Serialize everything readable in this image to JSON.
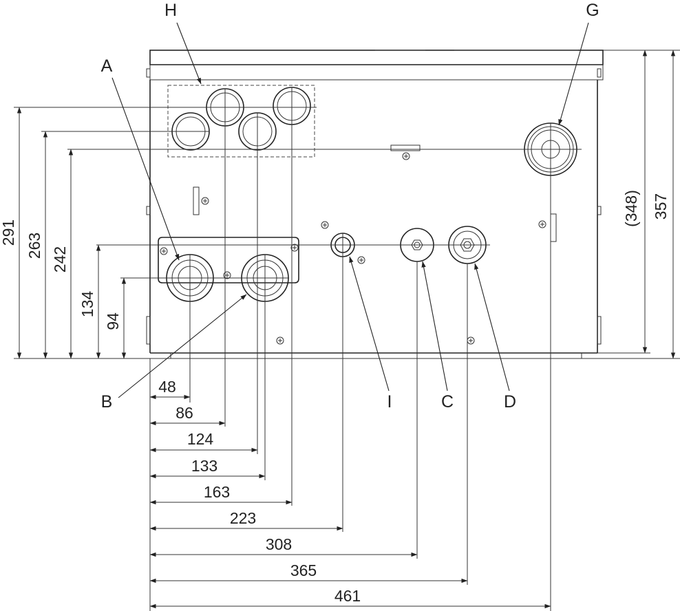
{
  "callouts": {
    "H": "H",
    "A": "A",
    "G": "G",
    "B": "B",
    "I": "I",
    "C": "C",
    "D": "D"
  },
  "horizontal_dims": [
    "48",
    "86",
    "124",
    "133",
    "163",
    "223",
    "308",
    "365",
    "461"
  ],
  "vertical_dims_left": [
    "291",
    "263",
    "242",
    "134",
    "94"
  ],
  "vertical_dims_right": [
    "(348)",
    "357"
  ]
}
